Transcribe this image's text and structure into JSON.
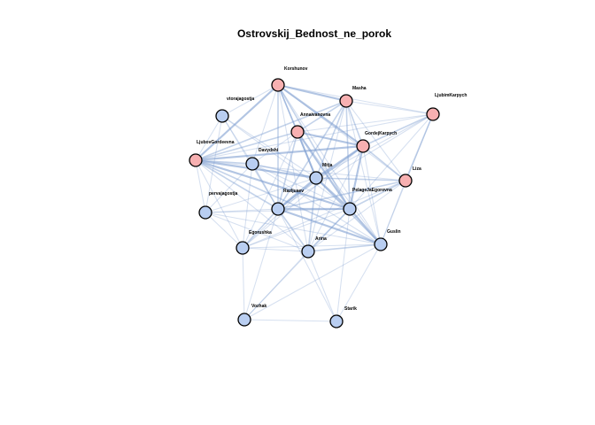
{
  "title": "Ostrovskij_Bednost_ne_porok",
  "colors": {
    "edge": "#7f9fd1",
    "node_blue": "#b9cef1",
    "node_red": "#f7b0b1",
    "node_stroke": "#000000"
  },
  "nodes": [
    {
      "id": "Korshunov",
      "label": "Korshunov",
      "color": "red"
    },
    {
      "id": "vtorajagostja",
      "label": "vtorajagostja",
      "color": "blue"
    },
    {
      "id": "Masha",
      "label": "Masha",
      "color": "red"
    },
    {
      "id": "LjubimKarpych",
      "label": "LjubimKarpych",
      "color": "red"
    },
    {
      "id": "Annaivanovna",
      "label": "Annaivanovna",
      "color": "red"
    },
    {
      "id": "GordejKarpych",
      "label": "GordejKarpych",
      "color": "red"
    },
    {
      "id": "LjubovGordeevna",
      "label": "LjubovGordeevna",
      "color": "red"
    },
    {
      "id": "Davydshi",
      "label": "Davydshi",
      "color": "blue"
    },
    {
      "id": "Mitja",
      "label": "Mitja",
      "color": "blue"
    },
    {
      "id": "Liza",
      "label": "Liza",
      "color": "red"
    },
    {
      "id": "pervajagostja",
      "label": "pervajagostja",
      "color": "blue"
    },
    {
      "id": "Razljuaev",
      "label": "Razljuaev",
      "color": "blue"
    },
    {
      "id": "PelageJaEgorovna",
      "label": "PelageJaEgorovna",
      "color": "blue"
    },
    {
      "id": "Egorushka",
      "label": "Egorushka",
      "color": "blue"
    },
    {
      "id": "Arina",
      "label": "Arina",
      "color": "blue"
    },
    {
      "id": "Guslin",
      "label": "Guslin",
      "color": "blue"
    },
    {
      "id": "Vozhak",
      "label": "Vozhak",
      "color": "blue"
    },
    {
      "id": "Starik",
      "label": "Starik",
      "color": "blue"
    }
  ],
  "edges": [
    [
      "Korshunov",
      "Masha",
      3
    ],
    [
      "Korshunov",
      "Annaivanovna",
      2
    ],
    [
      "Korshunov",
      "GordejKarpych",
      3
    ],
    [
      "Korshunov",
      "LjubovGordeevna",
      3
    ],
    [
      "Korshunov",
      "Mitja",
      2
    ],
    [
      "Korshunov",
      "Razljuaev",
      2
    ],
    [
      "Korshunov",
      "PelageJaEgorovna",
      2
    ],
    [
      "Korshunov",
      "Davydshi",
      1
    ],
    [
      "Korshunov",
      "LjubimKarpych",
      1
    ],
    [
      "Korshunov",
      "Liza",
      1
    ],
    [
      "Korshunov",
      "Arina",
      1
    ],
    [
      "Korshunov",
      "vtorajagostja",
      1
    ],
    [
      "Masha",
      "GordejKarpych",
      2
    ],
    [
      "Masha",
      "LjubovGordeevna",
      2
    ],
    [
      "Masha",
      "Annaivanovna",
      2
    ],
    [
      "Masha",
      "Mitja",
      2
    ],
    [
      "Masha",
      "Razljuaev",
      2
    ],
    [
      "Masha",
      "PelageJaEgorovna",
      2
    ],
    [
      "Masha",
      "LjubimKarpych",
      1
    ],
    [
      "Masha",
      "Liza",
      1
    ],
    [
      "Masha",
      "Guslin",
      1
    ],
    [
      "Masha",
      "Arina",
      1
    ],
    [
      "LjubimKarpych",
      "GordejKarpych",
      2
    ],
    [
      "LjubimKarpych",
      "LjubovGordeevna",
      1
    ],
    [
      "LjubimKarpych",
      "Annaivanovna",
      1
    ],
    [
      "LjubimKarpych",
      "Liza",
      2
    ],
    [
      "LjubimKarpych",
      "Mitja",
      1
    ],
    [
      "LjubimKarpych",
      "Razljuaev",
      1
    ],
    [
      "LjubimKarpych",
      "PelageJaEgorovna",
      1
    ],
    [
      "Annaivanovna",
      "GordejKarpych",
      3
    ],
    [
      "Annaivanovna",
      "LjubovGordeevna",
      2
    ],
    [
      "Annaivanovna",
      "Mitja",
      3
    ],
    [
      "Annaivanovna",
      "Razljuaev",
      2
    ],
    [
      "Annaivanovna",
      "PelageJaEgorovna",
      3
    ],
    [
      "Annaivanovna",
      "Davydshi",
      1
    ],
    [
      "Annaivanovna",
      "Guslin",
      1
    ],
    [
      "Annaivanovna",
      "Egorushka",
      1
    ],
    [
      "GordejKarpych",
      "LjubovGordeevna",
      3
    ],
    [
      "GordejKarpych",
      "Mitja",
      3
    ],
    [
      "GordejKarpych",
      "Razljuaev",
      2
    ],
    [
      "GordejKarpych",
      "PelageJaEgorovna",
      3
    ],
    [
      "GordejKarpych",
      "Liza",
      2
    ],
    [
      "GordejKarpych",
      "Egorushka",
      1
    ],
    [
      "GordejKarpych",
      "Guslin",
      1
    ],
    [
      "GordejKarpych",
      "Arina",
      1
    ],
    [
      "LjubovGordeevna",
      "Mitja",
      3
    ],
    [
      "LjubovGordeevna",
      "Razljuaev",
      2
    ],
    [
      "LjubovGordeevna",
      "PelageJaEgorovna",
      3
    ],
    [
      "LjubovGordeevna",
      "Davydshi",
      2
    ],
    [
      "LjubovGordeevna",
      "pervajagostja",
      1
    ],
    [
      "LjubovGordeevna",
      "vtorajagostja",
      1
    ],
    [
      "LjubovGordeevna",
      "Egorushka",
      1
    ],
    [
      "LjubovGordeevna",
      "Arina",
      1
    ],
    [
      "LjubovGordeevna",
      "Guslin",
      2
    ],
    [
      "LjubovGordeevna",
      "Liza",
      1
    ],
    [
      "vtorajagostja",
      "Davydshi",
      1
    ],
    [
      "vtorajagostja",
      "Mitja",
      1
    ],
    [
      "vtorajagostja",
      "Razljuaev",
      1
    ],
    [
      "vtorajagostja",
      "pervajagostja",
      1
    ],
    [
      "vtorajagostja",
      "PelageJaEgorovna",
      1
    ],
    [
      "Davydshi",
      "Mitja",
      2
    ],
    [
      "Davydshi",
      "Razljuaev",
      2
    ],
    [
      "Davydshi",
      "PelageJaEgorovna",
      1
    ],
    [
      "Davydshi",
      "Egorushka",
      1
    ],
    [
      "Davydshi",
      "pervajagostja",
      1
    ],
    [
      "Davydshi",
      "Guslin",
      1
    ],
    [
      "Mitja",
      "Razljuaev",
      3
    ],
    [
      "Mitja",
      "PelageJaEgorovna",
      3
    ],
    [
      "Mitja",
      "Liza",
      2
    ],
    [
      "Mitja",
      "Guslin",
      2
    ],
    [
      "Mitja",
      "Egorushka",
      1
    ],
    [
      "Mitja",
      "Arina",
      2
    ],
    [
      "Mitja",
      "pervajagostja",
      1
    ],
    [
      "Liza",
      "PelageJaEgorovna",
      2
    ],
    [
      "Liza",
      "Razljuaev",
      2
    ],
    [
      "Liza",
      "Guslin",
      1
    ],
    [
      "Liza",
      "Arina",
      1
    ],
    [
      "pervajagostja",
      "Razljuaev",
      1
    ],
    [
      "pervajagostja",
      "Egorushka",
      1
    ],
    [
      "pervajagostja",
      "PelageJaEgorovna",
      1
    ],
    [
      "pervajagostja",
      "Arina",
      1
    ],
    [
      "pervajagostja",
      "Guslin",
      1
    ],
    [
      "Razljuaev",
      "PelageJaEgorovna",
      3
    ],
    [
      "Razljuaev",
      "Egorushka",
      2
    ],
    [
      "Razljuaev",
      "Arina",
      2
    ],
    [
      "Razljuaev",
      "Guslin",
      3
    ],
    [
      "Razljuaev",
      "Vozhak",
      1
    ],
    [
      "Razljuaev",
      "Starik",
      1
    ],
    [
      "PelageJaEgorovna",
      "Guslin",
      3
    ],
    [
      "PelageJaEgorovna",
      "Arina",
      2
    ],
    [
      "PelageJaEgorovna",
      "Egorushka",
      1
    ],
    [
      "PelageJaEgorovna",
      "Starik",
      1
    ],
    [
      "PelageJaEgorovna",
      "Vozhak",
      1
    ],
    [
      "Egorushka",
      "Arina",
      1
    ],
    [
      "Egorushka",
      "Guslin",
      1
    ],
    [
      "Egorushka",
      "Vozhak",
      1
    ],
    [
      "Arina",
      "Guslin",
      2
    ],
    [
      "Arina",
      "Vozhak",
      1
    ],
    [
      "Arina",
      "Starik",
      1
    ],
    [
      "Guslin",
      "Vozhak",
      1
    ],
    [
      "Guslin",
      "Starik",
      1
    ],
    [
      "Vozhak",
      "Starik",
      1
    ],
    [
      "Korshunov",
      "Guslin",
      1
    ],
    [
      "LjubimKarpych",
      "Guslin",
      1
    ],
    [
      "Liza",
      "Egorushka",
      1
    ]
  ]
}
